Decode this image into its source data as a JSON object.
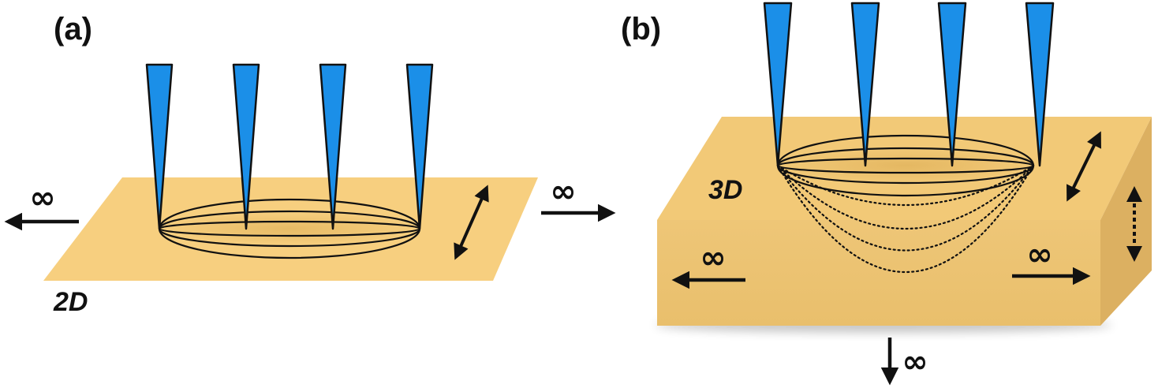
{
  "panel_a": {
    "label": "(a)",
    "dimension": "2D"
  },
  "panel_b": {
    "label": "(b)",
    "dimension": "3D"
  },
  "infinity_symbol": "∞",
  "colors": {
    "substrate": "#f7cf7f",
    "block_top": "#f2c977",
    "block_front": "#ecc472",
    "block_side": "#dcb061",
    "probe": "#1b8fe8",
    "ink": "#111111"
  },
  "icons": [
    "probe-tip-icon",
    "double-arrow-icon",
    "dashed-double-arrow-icon",
    "arrow-left-icon",
    "arrow-right-icon",
    "arrow-down-icon"
  ]
}
